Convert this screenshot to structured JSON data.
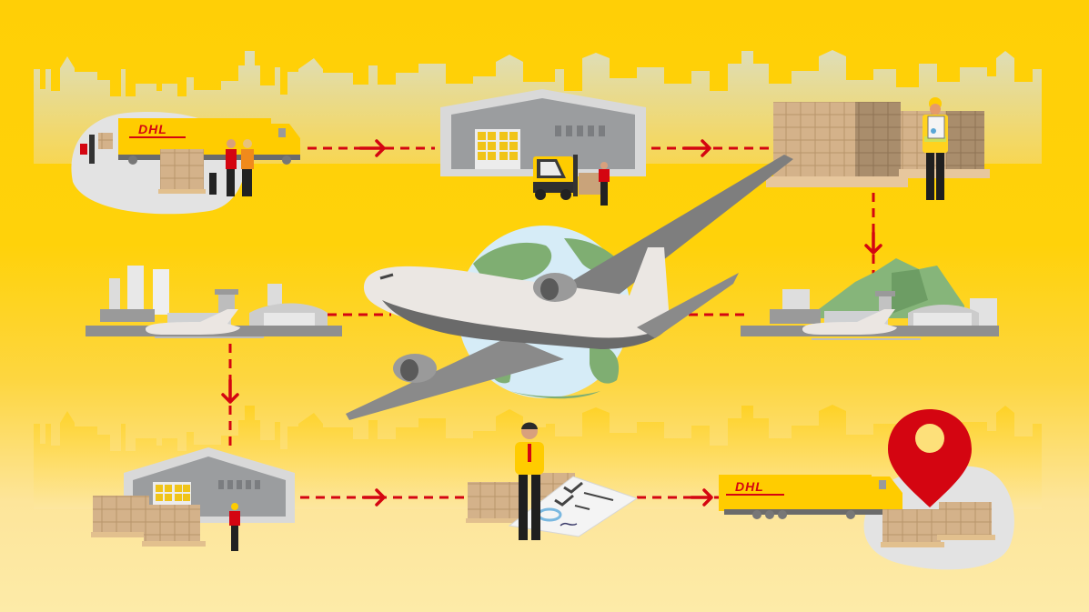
{
  "illustration": {
    "theme": "DHL air freight logistics process",
    "colors": {
      "background_top": "#ffcc00",
      "background_bottom": "#fdeba8",
      "dhl_red": "#d40511",
      "dhl_yellow": "#ffcc00",
      "connector": "#d40511",
      "globe_water": "#d6ecf7",
      "globe_land": "#7fae72",
      "aircraft": "#e9e6e3"
    },
    "brand_text": "DHL",
    "steps": [
      {
        "id": 1,
        "name": "pickup",
        "description": "DHL truck pickup with pallets and workers"
      },
      {
        "id": 2,
        "name": "origin-warehouse",
        "description": "Warehouse with forklift"
      },
      {
        "id": 3,
        "name": "consolidation",
        "description": "Pallets checked by worker with clipboard"
      },
      {
        "id": 4,
        "name": "origin-airport",
        "description": "Airport with mountains"
      },
      {
        "id": 5,
        "name": "air-transport",
        "description": "Aircraft over globe"
      },
      {
        "id": 6,
        "name": "destination-airport",
        "description": "City airport"
      },
      {
        "id": 7,
        "name": "destination-warehouse",
        "description": "Warehouse with pallets and worker"
      },
      {
        "id": 8,
        "name": "customs-clearance",
        "description": "Agent with approved document"
      },
      {
        "id": 9,
        "name": "delivery",
        "description": "DHL truck delivering to location pin"
      }
    ]
  }
}
